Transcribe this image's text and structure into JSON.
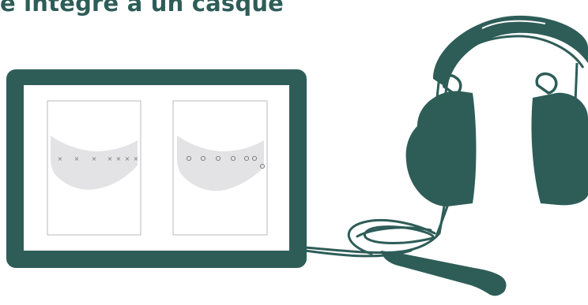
{
  "headline": "e intégré à un casque",
  "colors": {
    "accent": "#2e5d58",
    "screen_bg": "#ffffff",
    "audiogram_frame": "#b9b9b9",
    "audiogram_band": "#e3e3e5",
    "marker": "#777777"
  },
  "screen": {
    "left_chart": {
      "marker_symbol": "×",
      "marker_count": 7
    },
    "right_chart": {
      "marker_symbol": "○",
      "marker_count": 7
    }
  },
  "icons": {
    "device": "tablet-icon",
    "headphones": "headphones-icon"
  }
}
